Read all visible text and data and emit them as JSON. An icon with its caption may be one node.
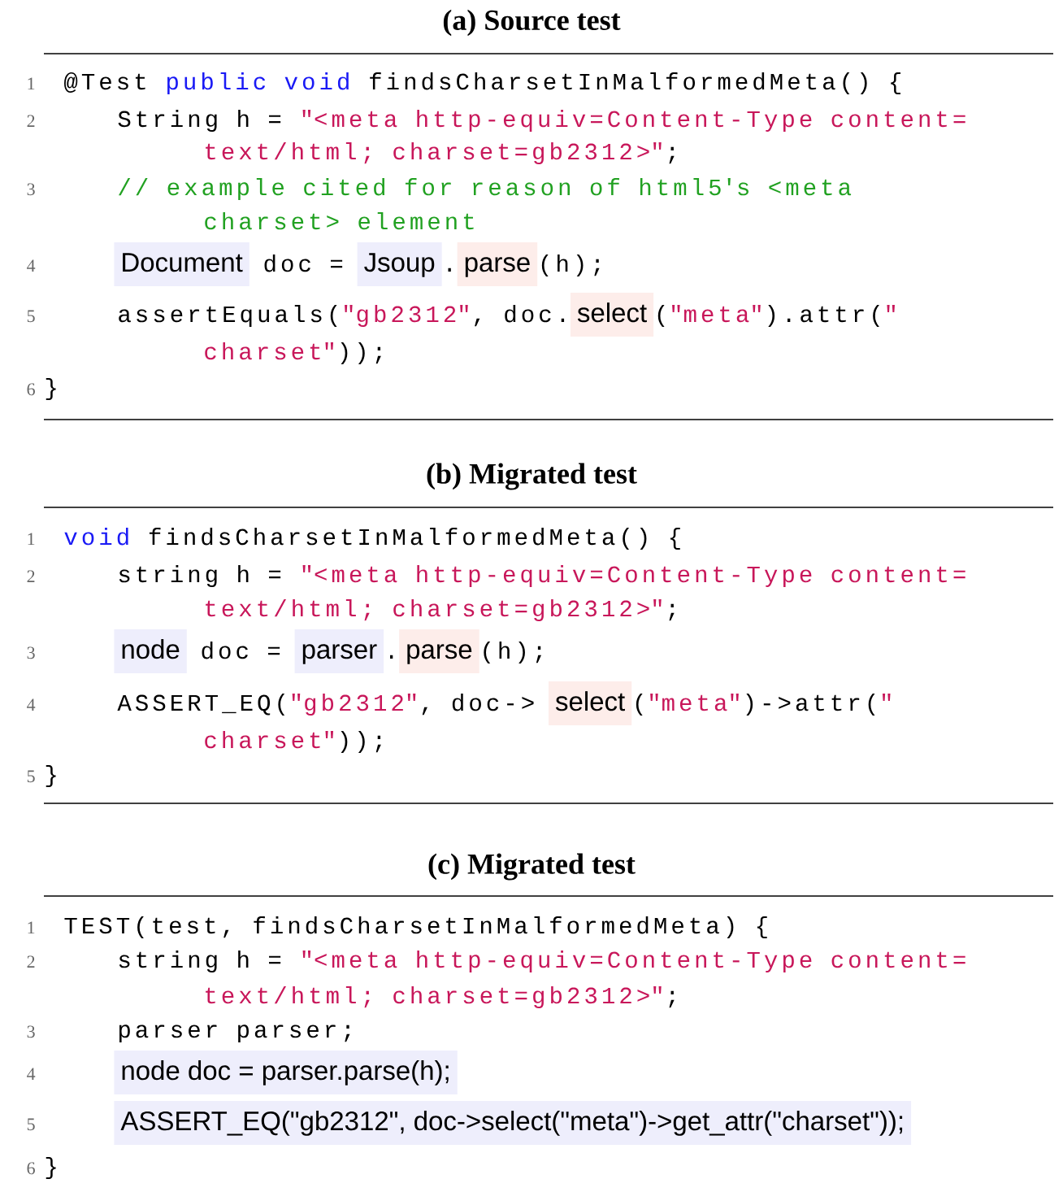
{
  "diagram": {
    "nodes": [
      {
        "text": [
          "Document"
        ]
      },
      {
        "text": [
          "Jsoup"
        ]
      },
      {
        "text": [
          "parse"
        ]
      },
      {
        "text": [
          "select"
        ]
      },
      {
        "text": [
          "node"
        ]
      },
      {
        "text": [
          "parser"
        ]
      },
      {
        "text": [
          "parse"
        ]
      },
      {
        "text": [
          "select"
        ]
      },
      {
        "text": [
          "node doc = parser.parse(h);"
        ]
      },
      {
        "text": [
          "ASSERT_EQ(\"gb2312\", doc->select(\"meta\")->get_attr(\"charset\"));"
        ]
      }
    ],
    "labels": [
      "(a) Source test",
      "1",
      "@Test",
      "public void",
      "findsCharsetInMalformedMeta() {",
      "2",
      "String h =",
      "\"<meta http-equiv=Content-Type content=",
      "text/html; charset=gb2312>\"",
      ";",
      "3",
      "// example cited for reason of html5's <meta",
      "charset> element",
      "4",
      "doc =",
      ".",
      "(h);",
      "5",
      "assertEquals(",
      "\"gb2312\"",
      ", doc.",
      "(",
      "\"meta\"",
      ").attr(",
      "\"",
      "charset\"",
      "));",
      "6",
      "}",
      "(b) Migrated test",
      "1",
      "void",
      "findsCharsetInMalformedMeta() {",
      "2",
      "string h =",
      "\"<meta http-equiv=Content-Type content=",
      "text/html; charset=gb2312>\"",
      ";",
      "3",
      "doc =",
      ".",
      "(h);",
      "4",
      "ASSERT_EQ(",
      "\"gb2312\"",
      ", doc->",
      "(",
      "\"meta\"",
      ")->attr(",
      "\"",
      "charset\"",
      "));",
      "5",
      "}",
      "(c) Migrated test",
      "1",
      "TEST(test, findsCharsetInMalformedMeta) {",
      "2",
      "string h =",
      "\"<meta http-equiv=Content-Type content=",
      "text/html; charset=gb2312>\"",
      ";",
      "3",
      "parser parser;",
      "4",
      "5",
      "6",
      "}"
    ]
  }
}
